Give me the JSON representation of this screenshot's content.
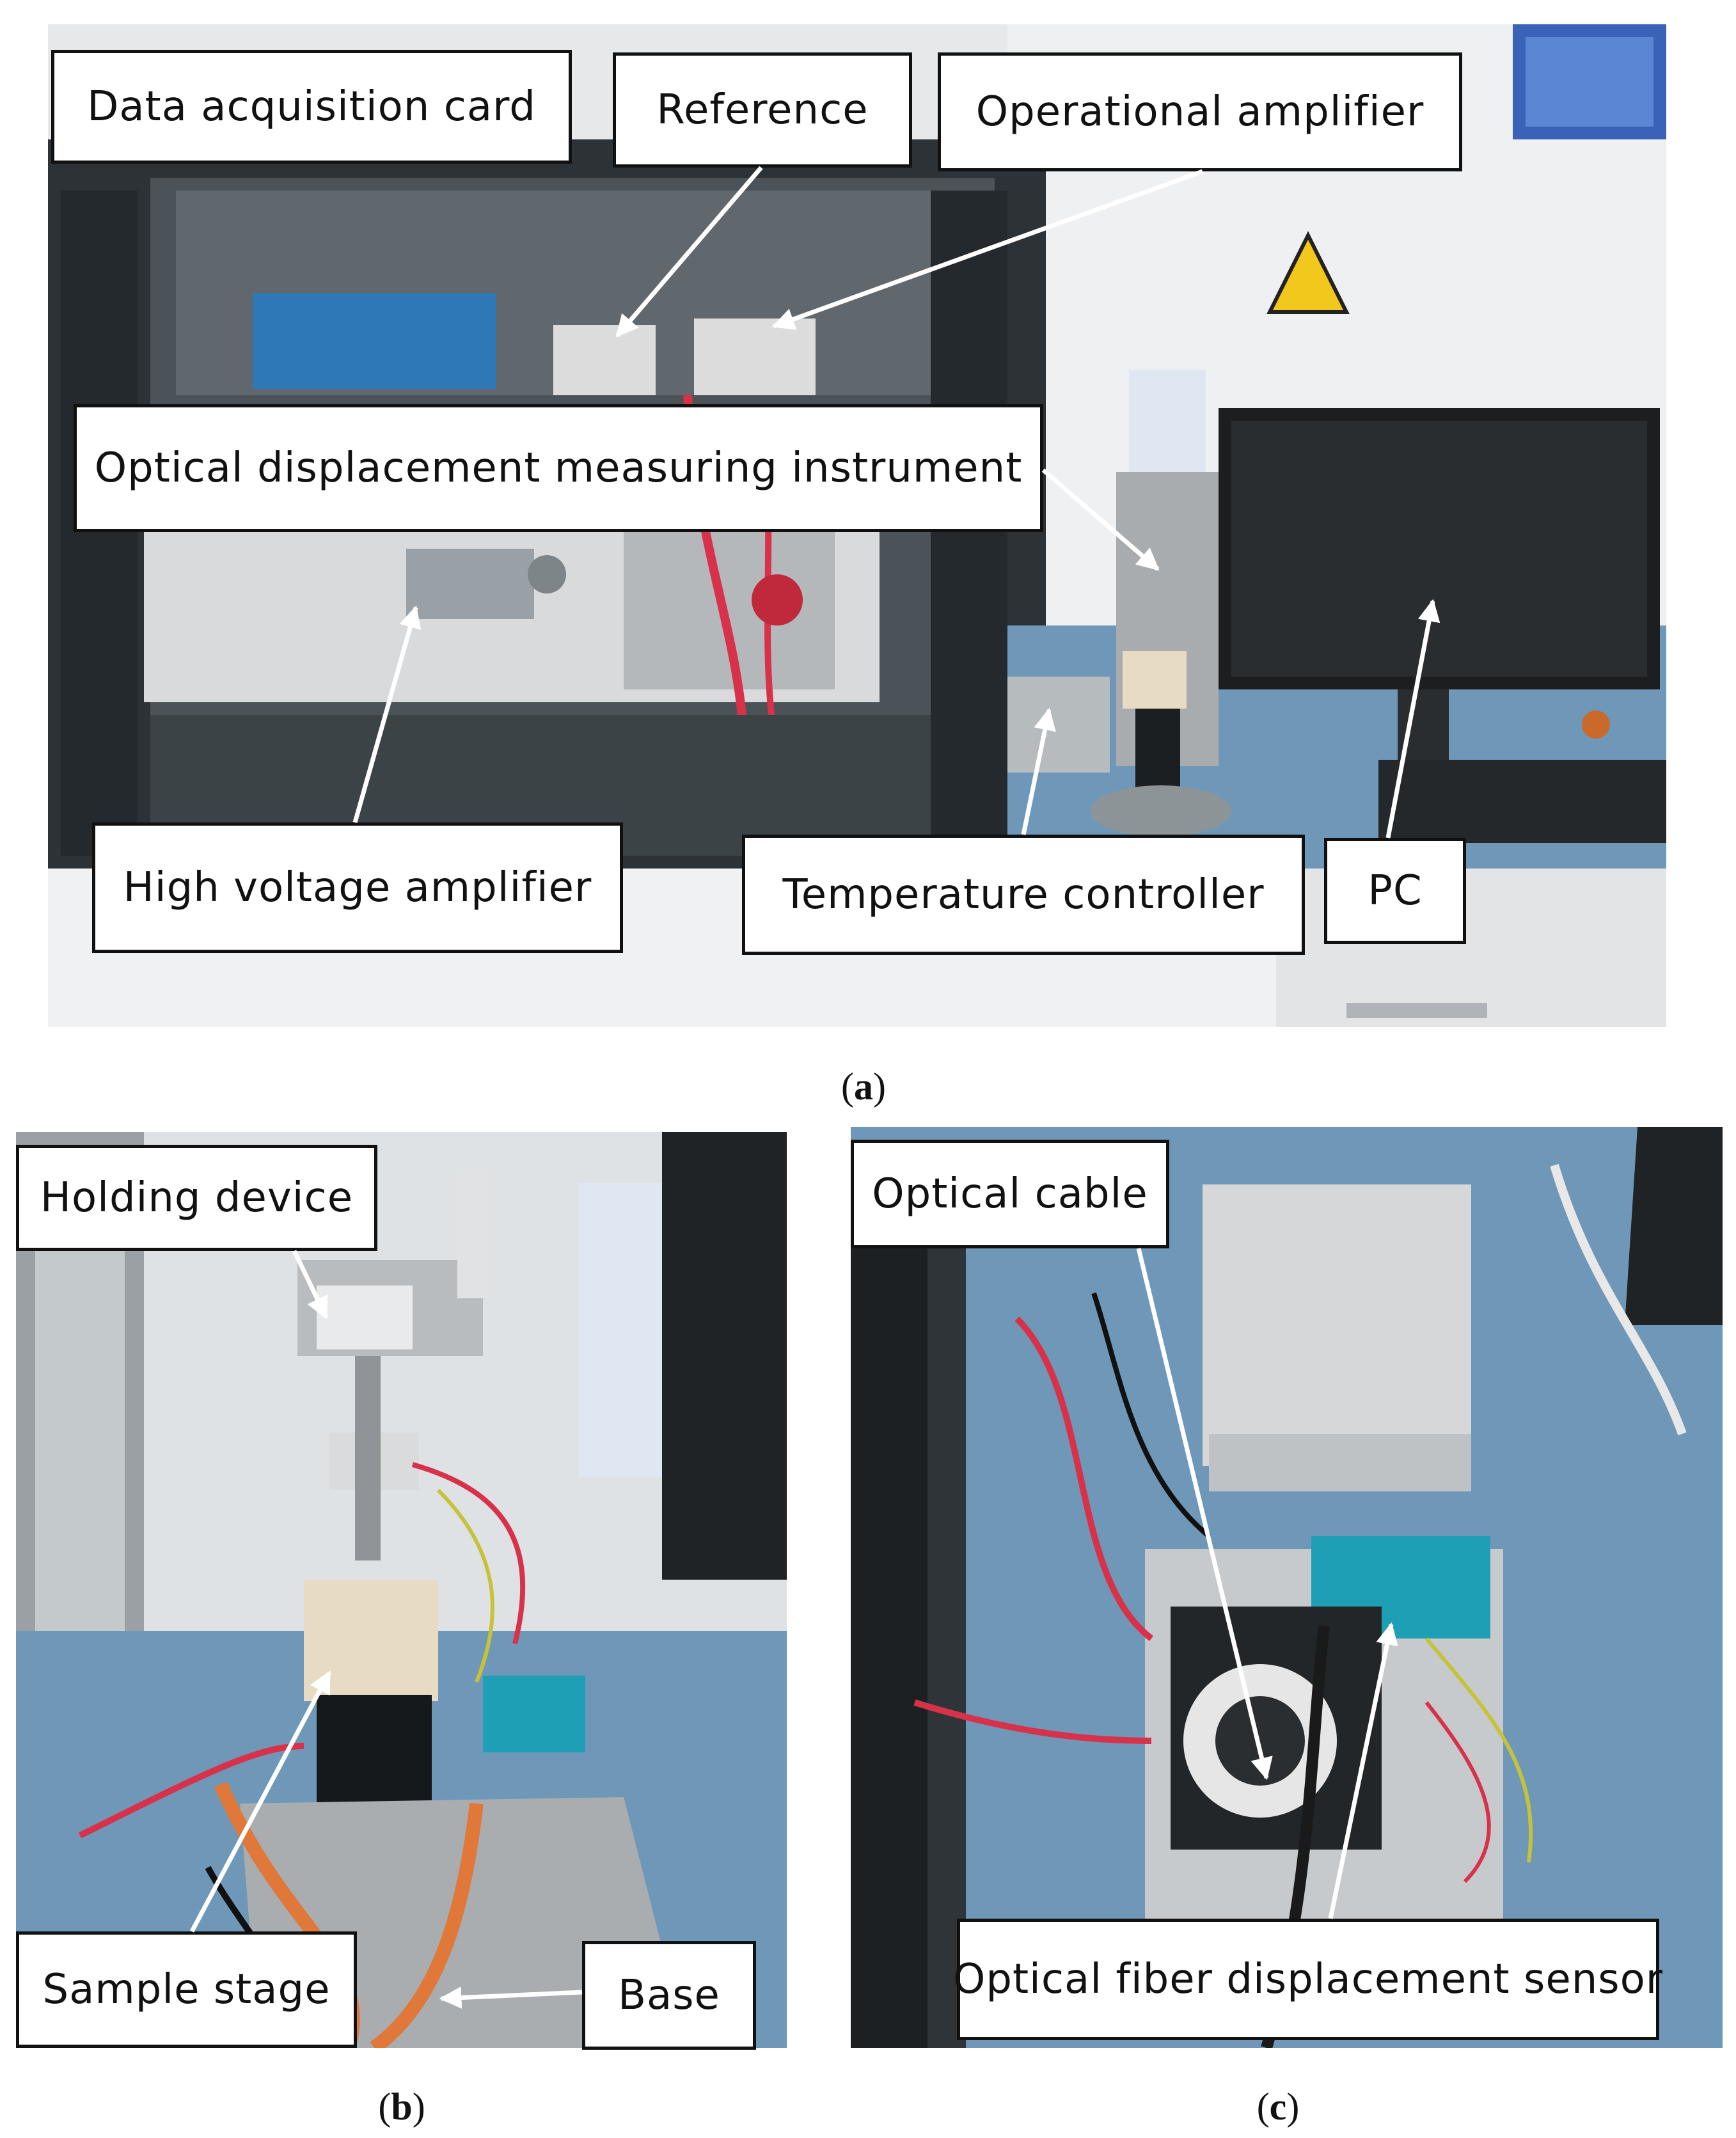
{
  "panels": {
    "a": {
      "caption_letter": "a",
      "labels": {
        "data_acquisition_card": "Data acquisition card",
        "reference": "Reference",
        "operational_amplifier": "Operational  amplifier",
        "optical_displacement": "Optical displacement  measuring  instrument",
        "high_voltage_amplifier": "High voltage amplifier",
        "temperature_controller": "Temperature  controller",
        "pc": "PC"
      }
    },
    "b": {
      "caption_letter": "b",
      "labels": {
        "holding_device": "Holding device",
        "sample_stage": "Sample stage",
        "base": "Base"
      }
    },
    "c": {
      "caption_letter": "c",
      "labels": {
        "optical_cable": "Optical cable",
        "optical_fiber_sensor": "Optical fiber displacement sensor"
      }
    }
  },
  "colors": {
    "wall": "#e4e6e8",
    "cabinet": "#2c3236",
    "desk": "#6f98b8",
    "cable_red": "#d8324a",
    "sensor_teal": "#1f9fb6"
  }
}
